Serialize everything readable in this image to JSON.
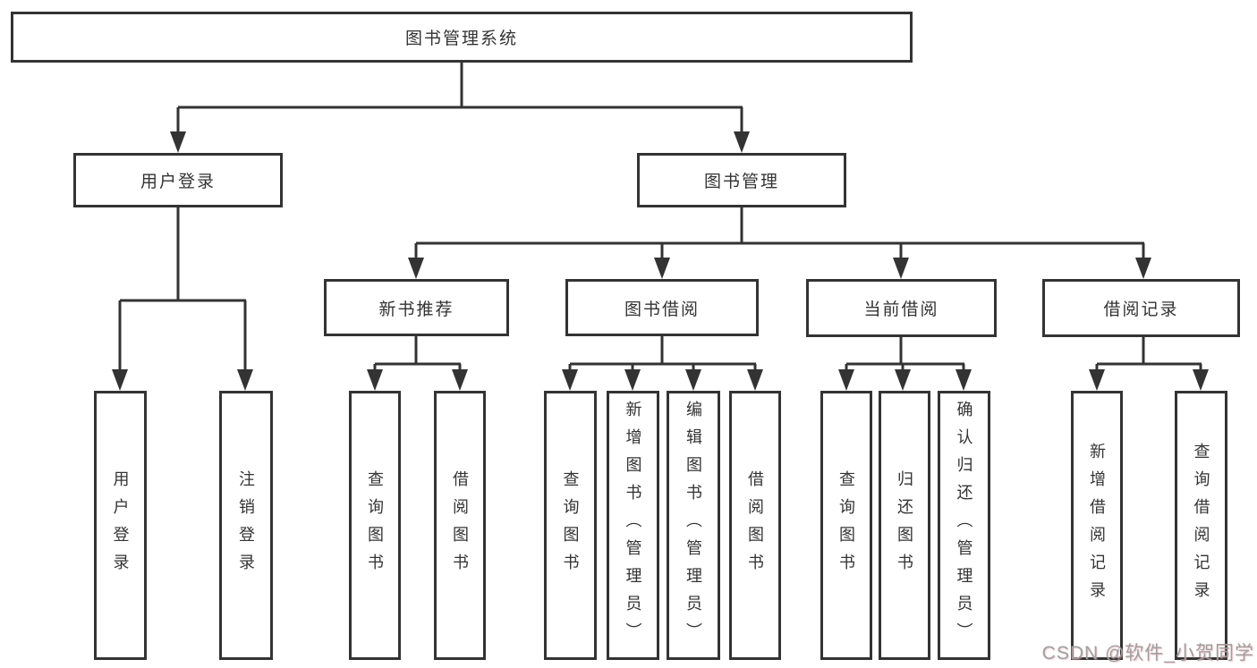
{
  "root_label": "图书管理系统",
  "nodes": {
    "user_login": "用户登录",
    "book_mgmt": "图书管理",
    "new_book": "新书推荐",
    "book_borrow": "图书借阅",
    "current_borrow": "当前借阅",
    "borrow_record": "借阅记录"
  },
  "leaves": {
    "user": [
      "用户登录",
      "注销登录"
    ],
    "newbook": [
      "查询图书",
      "借阅图书"
    ],
    "borrow": [
      "查询图书",
      "新增图书（管理员）",
      "编辑图书（管理员）",
      "借阅图书"
    ],
    "current": [
      "查询图书",
      "归还图书",
      "确认归还（管理员）"
    ],
    "record": [
      "新增借阅记录",
      "查询借阅记录"
    ]
  },
  "watermark": {
    "text": "CSDN @软件_小贺同学",
    "color": "#a0a0a0"
  },
  "colors": {
    "line": "#333333",
    "box_border": "#333333",
    "text": "#333333",
    "background": "#ffffff"
  }
}
